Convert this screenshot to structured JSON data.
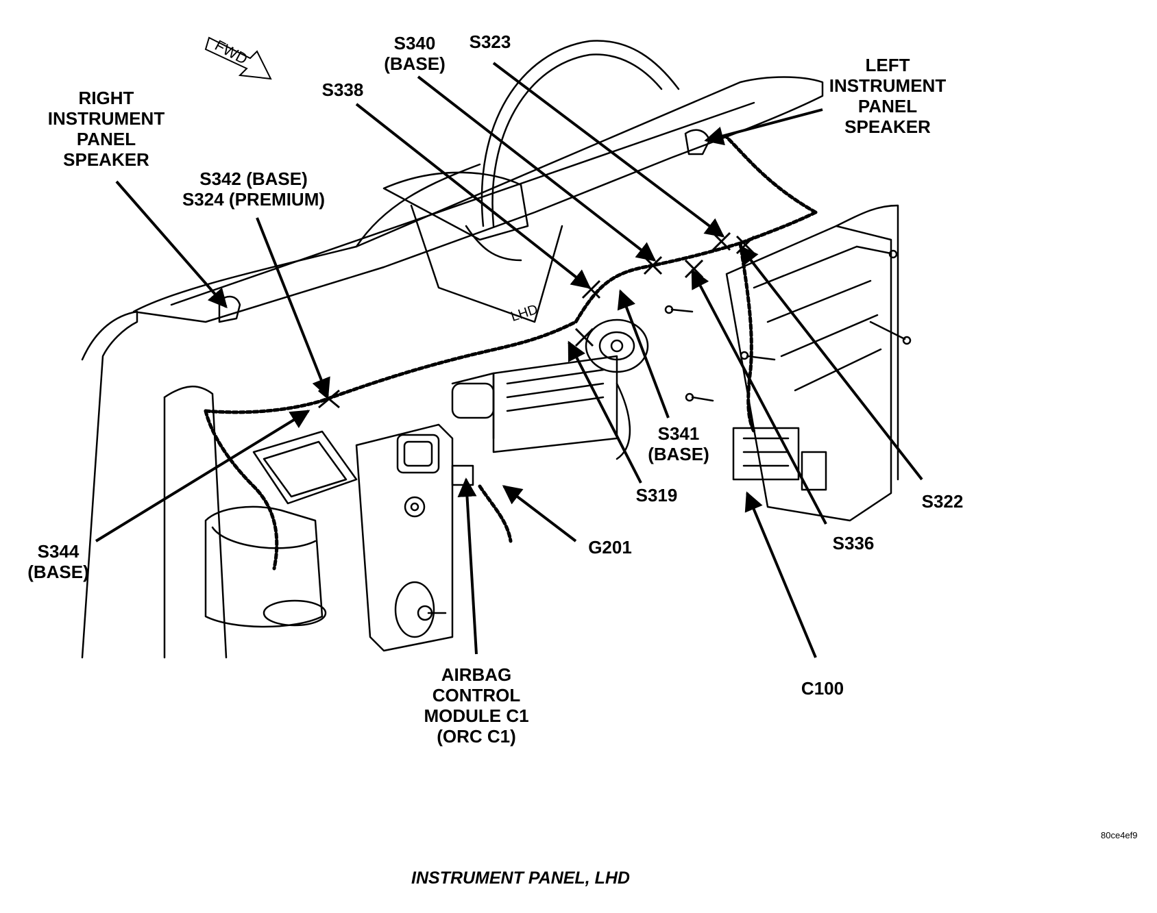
{
  "diagram": {
    "caption": "INSTRUMENT PANEL, LHD",
    "image_code": "80ce4ef9",
    "fwd_arrow_text": "FWD",
    "panel_marking": "LHD",
    "callouts": {
      "right_speaker": [
        "RIGHT",
        "INSTRUMENT",
        "PANEL",
        "SPEAKER"
      ],
      "s342_s324": [
        "S342 (BASE)",
        "S324 (PREMIUM)"
      ],
      "s338": [
        "S338"
      ],
      "s340": [
        "S340",
        "(BASE)"
      ],
      "s323": [
        "S323"
      ],
      "left_speaker": [
        "LEFT",
        "INSTRUMENT",
        "PANEL",
        "SPEAKER"
      ],
      "s344": [
        "S344",
        "(BASE)"
      ],
      "s341": [
        "S341",
        "(BASE)"
      ],
      "s319": [
        "S319"
      ],
      "g201": [
        "G201"
      ],
      "s322": [
        "S322"
      ],
      "s336": [
        "S336"
      ],
      "c100": [
        "C100"
      ],
      "airbag": [
        "AIRBAG",
        "CONTROL",
        "MODULE C1",
        "(ORC C1)"
      ]
    }
  }
}
